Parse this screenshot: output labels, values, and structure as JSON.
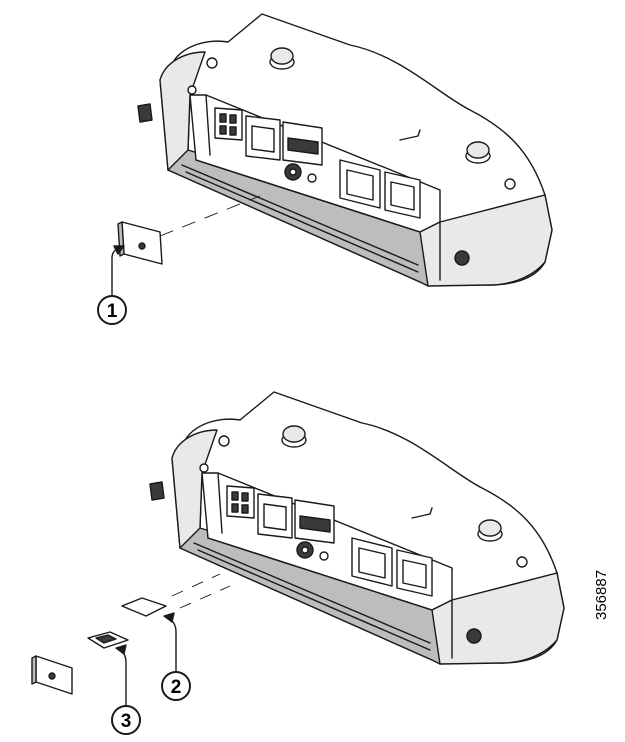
{
  "figure": {
    "id_label": "356887",
    "callouts": [
      {
        "number": "1"
      },
      {
        "number": "2"
      },
      {
        "number": "3"
      }
    ]
  },
  "colors": {
    "line": "#1a1a1a",
    "body_fill": "#ffffff",
    "shadow_fill": "#bdbdbd",
    "dark_fill": "#3a3a3a"
  }
}
